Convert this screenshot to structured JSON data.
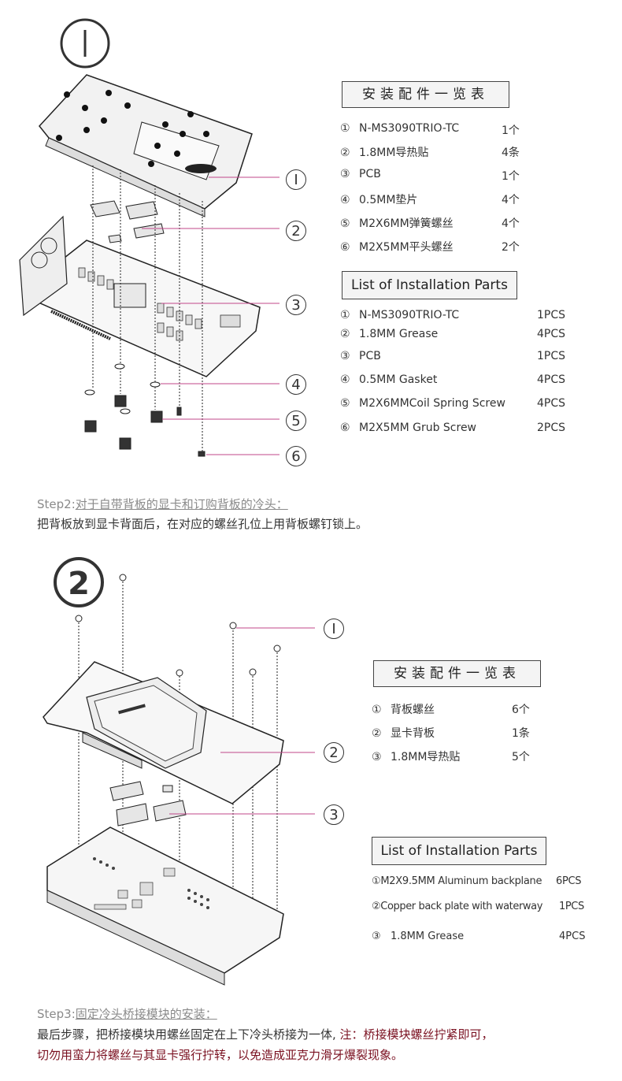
{
  "section1": {
    "big_number": "①",
    "callouts": [
      "Ⅰ",
      "2",
      "3",
      "4",
      "5",
      "6"
    ],
    "cn_title": "安装配件一览表",
    "cn_rows": [
      {
        "num": "①",
        "name": "N-MS3090TRIO-TC",
        "qty": "1个"
      },
      {
        "num": "②",
        "name": "1.8MM导热贴",
        "qty": "4条"
      },
      {
        "num": "③",
        "name": "PCB",
        "qty": "1个"
      },
      {
        "num": "④",
        "name": "0.5MM垫片",
        "qty": "4个"
      },
      {
        "num": "⑤",
        "name": "M2X6MM弹簧螺丝",
        "qty": "4个"
      },
      {
        "num": "⑥",
        "name": "M2X5MM平头螺丝",
        "qty": "2个"
      }
    ],
    "en_title": "List of Installation Parts",
    "en_rows": [
      {
        "num": "①",
        "name": "N-MS3090TRIO-TC",
        "qty": "1PCS"
      },
      {
        "num": "②",
        "name": "1.8MM Grease",
        "qty": "4PCS"
      },
      {
        "num": "③",
        "name": "PCB",
        "qty": "1PCS"
      },
      {
        "num": "④",
        "name": "0.5MM Gasket",
        "qty": "4PCS"
      },
      {
        "num": "⑤",
        "name": "M2X6MMCoil Spring Screw",
        "qty": "4PCS"
      },
      {
        "num": "⑥",
        "name": "M2X5MM Grub Screw",
        "qty": "2PCS"
      }
    ]
  },
  "step2": {
    "head_prefix": "Step2:",
    "head_underlined": "对于自带背板的显卡和订购背板的冷头：",
    "text": "把背板放到显卡背面后，在对应的螺丝孔位上用背板螺钉锁上。"
  },
  "section2": {
    "big_number": "②",
    "callouts": [
      "Ⅰ",
      "2",
      "3"
    ],
    "cn_title": "安装配件一览表",
    "cn_rows": [
      {
        "num": "①",
        "name": "背板螺丝",
        "qty": "6个"
      },
      {
        "num": "②",
        "name": "显卡背板",
        "qty": "1条"
      },
      {
        "num": "③",
        "name": "1.8MM导热贴",
        "qty": "5个"
      }
    ],
    "en_title": "List of Installation Parts",
    "en_rows": [
      {
        "num": "①",
        "name": "M2X9.5MM Aluminum backplane",
        "qty": "6PCS"
      },
      {
        "num": "②",
        "name": "Copper back plate with waterway",
        "qty": "1PCS"
      },
      {
        "num": "③",
        "name": "1.8MM Grease",
        "qty": "4PCS"
      }
    ]
  },
  "step3": {
    "head_prefix": "Step3:",
    "head_underlined": "固定冷头桥接模块的安装：",
    "text_plain": "最后步骤，把桥接模块用螺丝固定在上下冷头桥接为一体,",
    "text_red": " 注：桥接模块螺丝拧紧即可，",
    "text_line2": "切勿用蛮力将螺丝与其显卡强行拧转，以免造成亚克力滑牙爆裂现象。"
  }
}
